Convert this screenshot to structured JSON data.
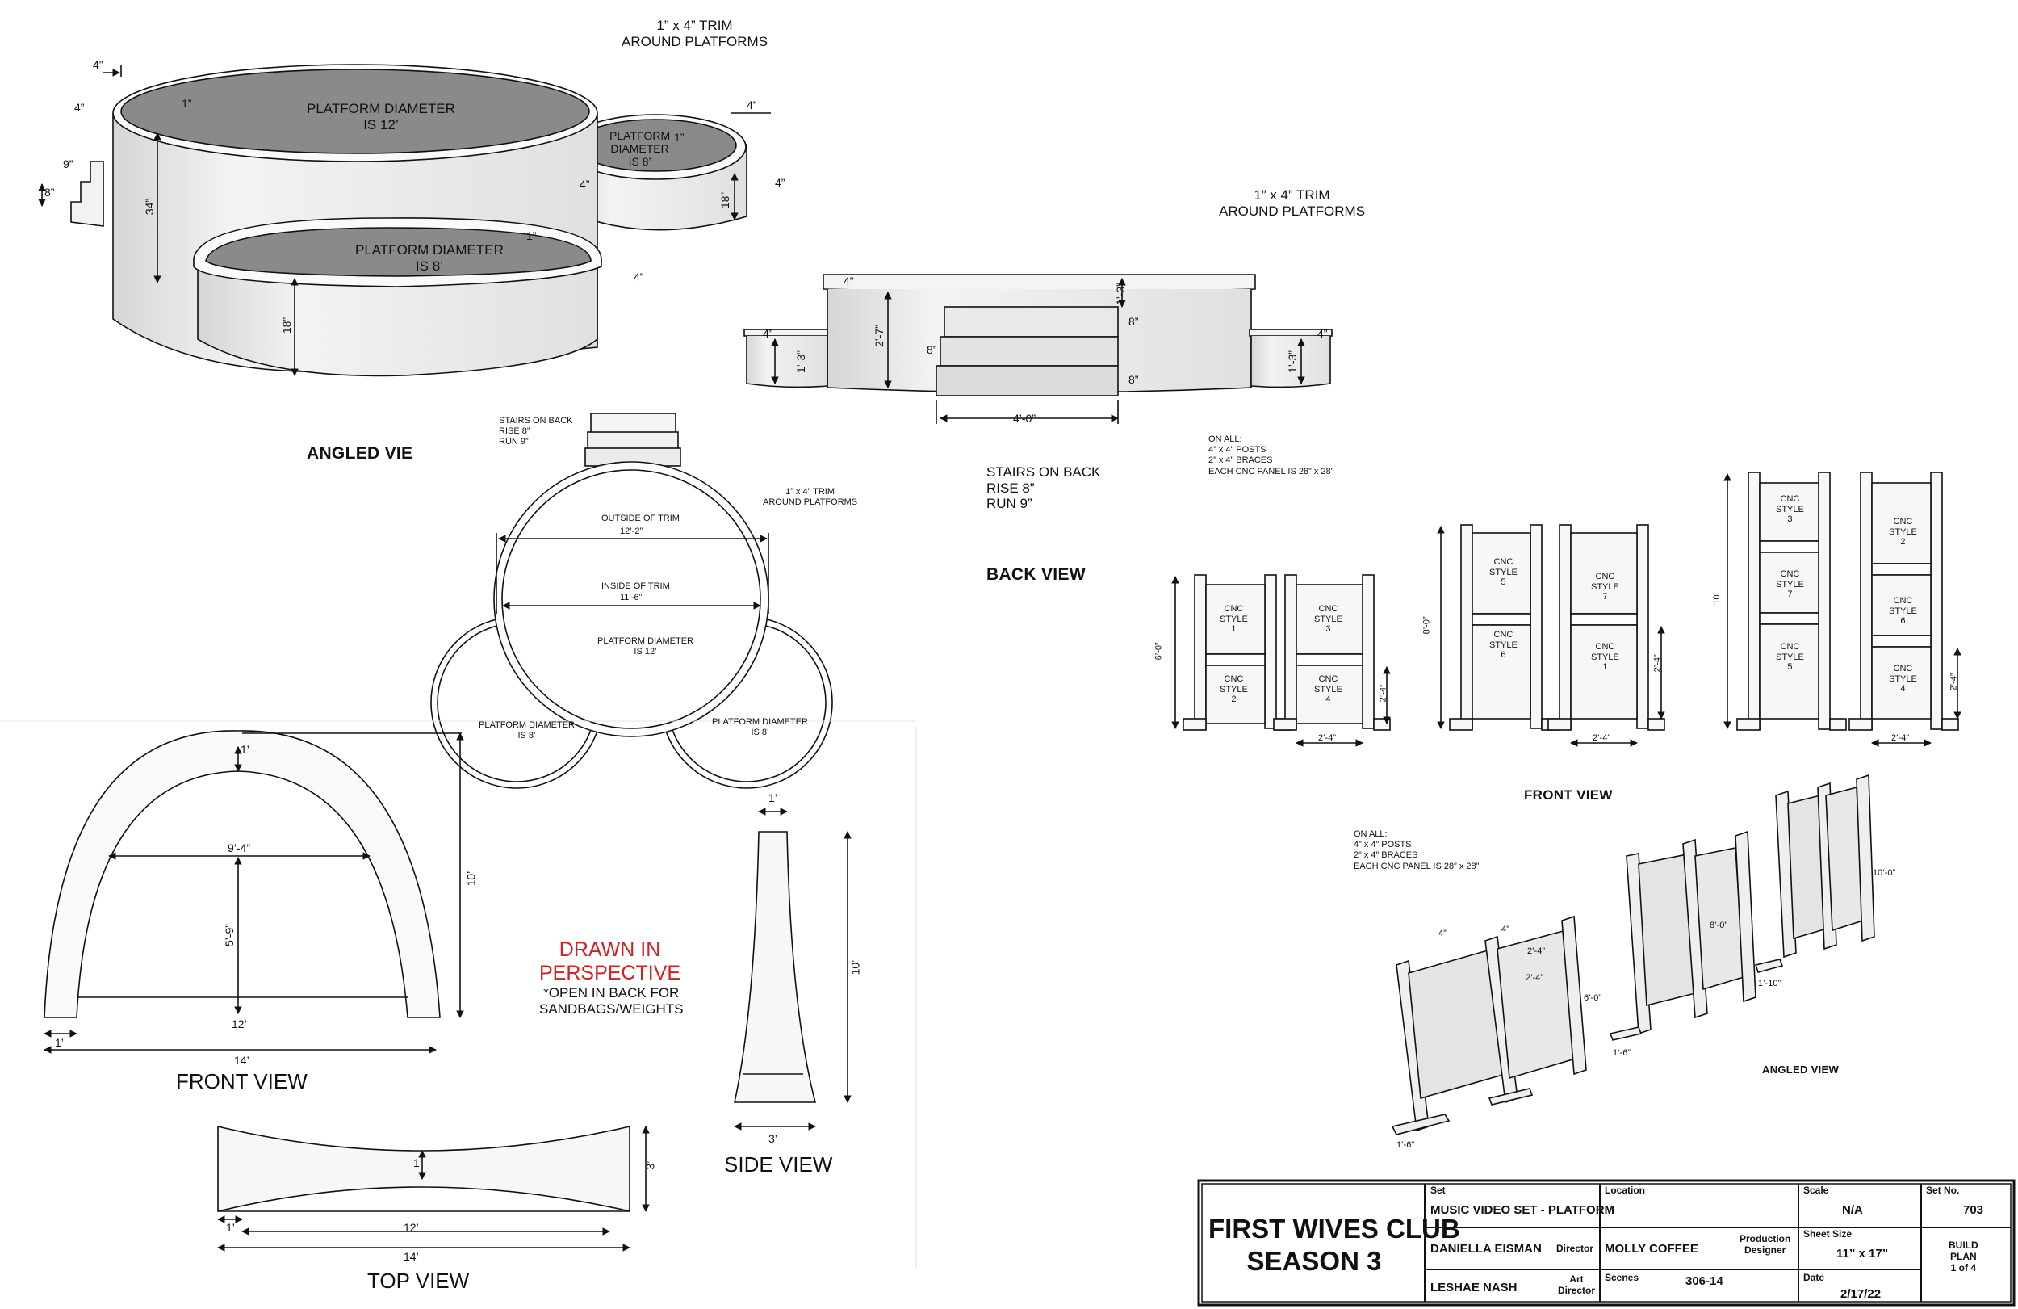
{
  "angled_view": {
    "trim_note": "1” x 4” TRIM\nAROUND PLATFORMS",
    "main_platform": "PLATFORM DIAMETER\nIS 12’",
    "right_platform": "PLATFORM\nDIAMETER\nIS 8’",
    "front_platform": "PLATFORM DIAMETER\nIS 8’",
    "title": "ANGLED VIE",
    "dims": {
      "d4_top": "4”",
      "d4_left": "4”",
      "d1_top": "1”",
      "d9": "9”",
      "d8": "8”",
      "d34": "34”",
      "d4_right": "4”",
      "d1_right": "1”",
      "d18_right": "18”",
      "d4_right2": "4”",
      "d4_mid": "4”",
      "d1_mid": "1”",
      "d4_mid2": "4”",
      "d18_front": "18”"
    }
  },
  "back_view": {
    "trim_note": "1” x 4” TRIM\nAROUND PLATFORMS",
    "stairs_note": "STAIRS ON BACK\nRISE 8”\nRUN 9”",
    "title": "BACK VIEW",
    "dims": {
      "w": "4’-0”",
      "h_main": "2’-7”",
      "h_left": "1’-3”",
      "h_right": "1’-3”",
      "t_left": "4”",
      "t_right": "4”",
      "t_top": "4”",
      "h_top": "1’-3”",
      "s1": "8”",
      "s2": "8”",
      "s3": "8”"
    }
  },
  "top_view_platforms": {
    "stairs_note": "STAIRS ON BACK\nRISE 8”\nRUN 9”",
    "trim_note": "1” x 4” TRIM\nAROUND PLATFORMS",
    "outside_label": "OUTSIDE OF TRIM",
    "outside_dim": "12’-2”",
    "inside_label": "INSIDE OF TRIM",
    "inside_dim": "11’-6”",
    "center_platform": "PLATFORM DIAMETER\nIS 12’",
    "left_platform": "PLATFORM DIAMETER\nIS 8’",
    "right_platform": "PLATFORM DIAMETER\nIS 8’"
  },
  "cnc_panels": {
    "note": "ON ALL:\n4” x 4” POSTS\n2” x 4” BRACES\nEACH CNC PANEL IS 28” x 28”",
    "front_title": "FRONT VIEW",
    "angled_note": "ON ALL:\n4” x 4” POSTS\n2” x 4” BRACES\nEACH CNC PANEL IS 28” x 28”",
    "angled_title": "ANGLED VIEW",
    "units": [
      {
        "top": "CNC\nSTYLE\n1",
        "bottom": "CNC\nSTYLE\n2",
        "height": "6’-0”"
      },
      {
        "top": "CNC\nSTYLE\n3",
        "bottom": "CNC\nSTYLE\n4",
        "width": "2’-4”",
        "panel": "2’-4”"
      },
      {
        "top": "CNC\nSTYLE\n5",
        "bottom": "CNC\nSTYLE\n6",
        "height": "8’-0”"
      },
      {
        "top": "CNC\nSTYLE\n7",
        "bottom": "CNC\nSTYLE\n1",
        "width": "2’-4”",
        "panel": "2’-4”"
      },
      {
        "top": "CNC\nSTYLE\n3",
        "mid": "CNC\nSTYLE\n7",
        "bottom": "CNC\nSTYLE\n5",
        "height": "10’"
      },
      {
        "top": "CNC\nSTYLE\n2",
        "mid": "CNC\nSTYLE\n6",
        "bottom": "CNC\nSTYLE\n4",
        "width": "2’-4”",
        "panel": "2’-4”"
      }
    ],
    "angled_dims": {
      "a": "4”",
      "b": "4”",
      "c": "2’-4”",
      "d": "6’-0”",
      "e": "1’-6”",
      "f": "1’-6”",
      "g": "2’-4”",
      "h": "8’-0”",
      "i": "1’-10”",
      "j": "10’-0”"
    }
  },
  "arch": {
    "front_title": "FRONT VIEW",
    "top_title": "TOP VIEW",
    "side_title": "SIDE VIEW",
    "perspective": "DRAWN IN\nPERSPECTIVE",
    "perspective_note": "*OPEN IN BACK FOR\nSANDBAGS/WEIGHTS",
    "dims": {
      "top": "1’",
      "inner_w": "9’-4”",
      "inner_h": "5’-9”",
      "base": "12’",
      "h": "10’",
      "foot": "1’",
      "overall": "14’",
      "top_mid": "1’",
      "top_depth": "3’",
      "top_foot": "1’",
      "top_span": "12’",
      "top_overall": "14’",
      "side_top": "1’",
      "side_h": "10’",
      "side_base": "3’"
    }
  },
  "title_block": {
    "show": "FIRST WIVES CLUB\nSEASON 3",
    "set_label": "Set",
    "set_value": "MUSIC VIDEO SET - PLATFORM",
    "location_label": "Location",
    "location_value": "",
    "scale_label": "Scale",
    "scale_value": "N/A",
    "setno_label": "Set No.",
    "setno_value": "703",
    "director_name": "DANIELLA EISMAN",
    "director_label": "Director",
    "designer_name": "MOLLY COFFEE",
    "designer_label": "Production\nDesigner",
    "sheet_label": "Sheet Size",
    "sheet_value": "11” x 17”",
    "plan_value": "BUILD\nPLAN\n1 of 4",
    "art_name": "LESHAE NASH",
    "art_label": "Art\nDirector",
    "scenes_label": "Scenes",
    "scenes_value": "306-14",
    "date_label": "Date",
    "date_value": "2/17/22"
  },
  "colors": {
    "line": "#111111",
    "platform_top": "#8a8a8a",
    "wall": "#e6e6e6",
    "red": "#d42020"
  }
}
